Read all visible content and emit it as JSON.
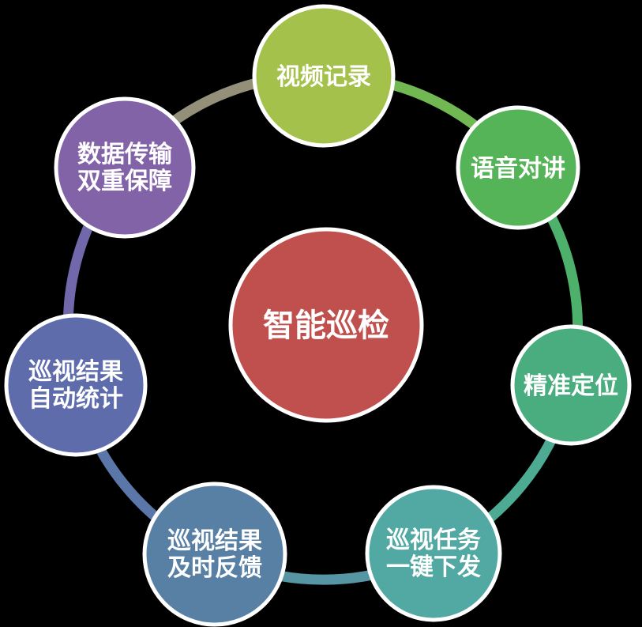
{
  "background": "#000000",
  "center": {
    "label": "智能巡检",
    "color": "#c0504d",
    "text_color": "#ffffff"
  },
  "nodes": [
    {
      "id": "video-recording",
      "line1": "视频记录",
      "line2": "",
      "color": "#a4c14b"
    },
    {
      "id": "voice-intercom",
      "line1": "语音对讲",
      "line2": "",
      "color": "#55b457"
    },
    {
      "id": "precise-positioning",
      "line1": "精准定位",
      "line2": "",
      "color": "#49ad7f"
    },
    {
      "id": "task-dispatch",
      "line1": "巡视任务",
      "line2": "一键下发",
      "color": "#52a8a2"
    },
    {
      "id": "result-feedback",
      "line1": "巡视结果",
      "line2": "及时反馈",
      "color": "#5880a5"
    },
    {
      "id": "result-statistics",
      "line1": "巡视结果",
      "line2": "自动统计",
      "color": "#5e6cac"
    },
    {
      "id": "data-transmission",
      "line1": "数据传输",
      "line2": "双重保障",
      "color": "#8363a8"
    }
  ],
  "ring": {
    "segments": [
      "#72b852",
      "#4db06b",
      "#4cab92",
      "#5595a4",
      "#5b76a9",
      "#7068aa",
      "#938f79"
    ]
  }
}
